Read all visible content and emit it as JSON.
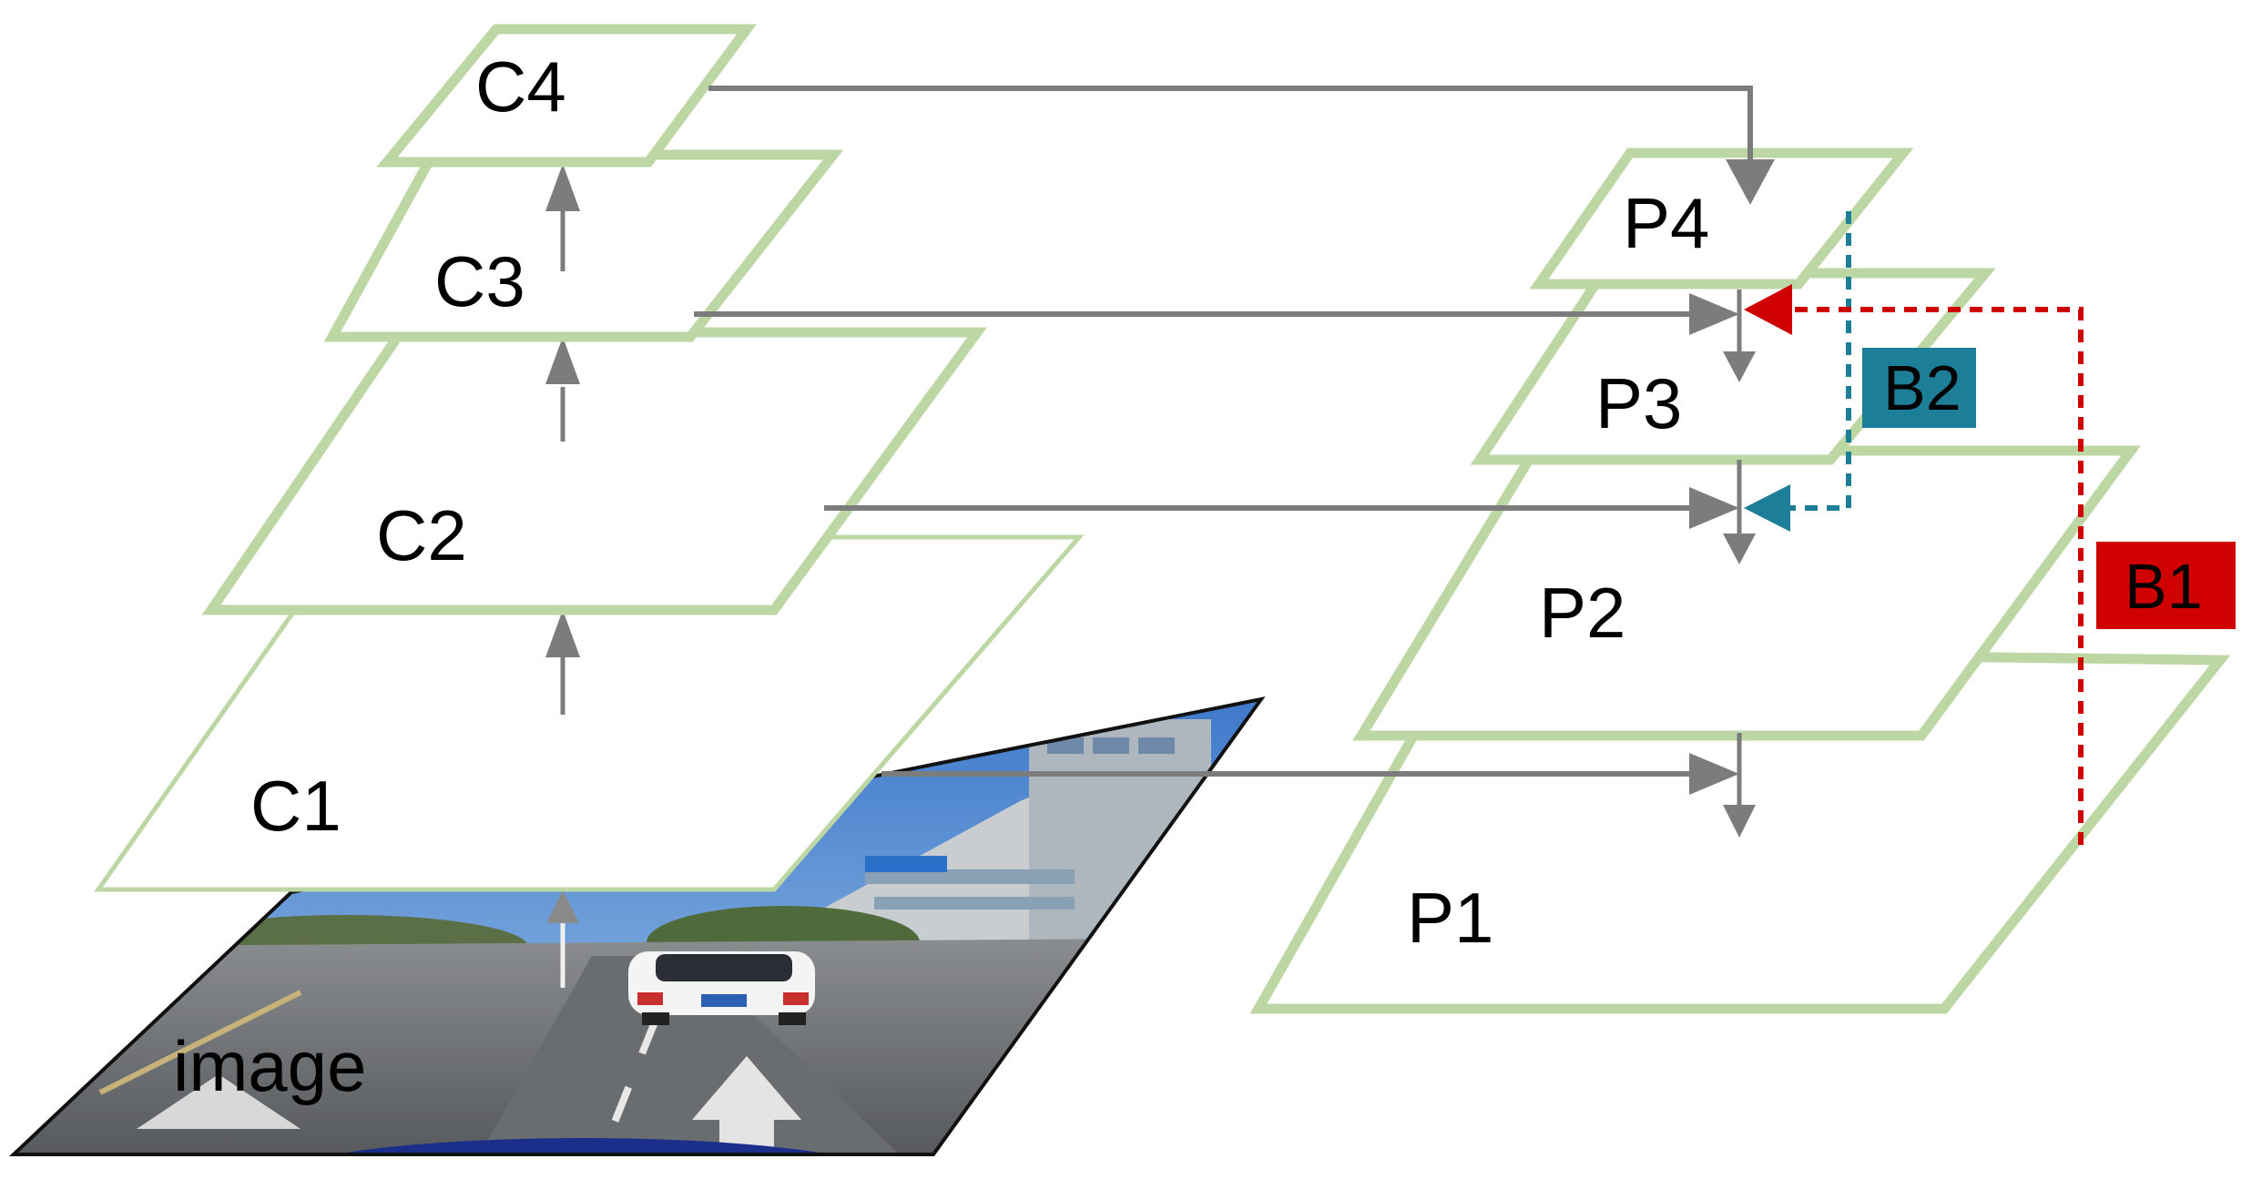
{
  "backbone": {
    "image_label": "image",
    "levels": [
      "C1",
      "C2",
      "C3",
      "C4"
    ]
  },
  "pyramid": {
    "levels": [
      "P1",
      "P2",
      "P3",
      "P4"
    ]
  },
  "branches": [
    {
      "label": "B1",
      "color": "#d10000"
    },
    {
      "label": "B2",
      "color": "#1d7f97"
    }
  ],
  "colors": {
    "plane_stroke": "#bcd7a3",
    "arrow": "#7c7c7c"
  }
}
